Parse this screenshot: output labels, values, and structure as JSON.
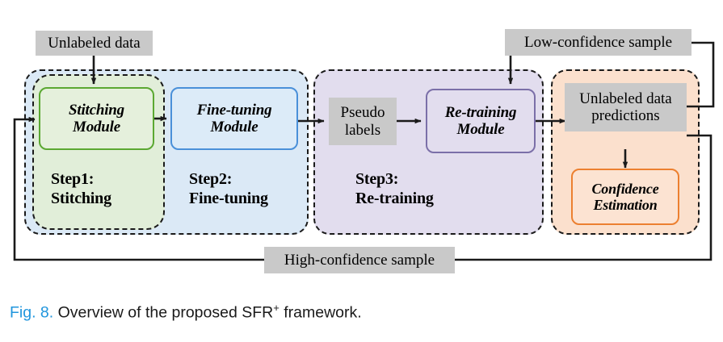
{
  "figure": {
    "caption_label": "Fig. 8.",
    "caption_text": "Overview of the proposed SFR",
    "caption_sup": "+",
    "caption_tail": " framework."
  },
  "panels": [
    {
      "id": "step1",
      "step_title": "Step1:",
      "step_subtitle": "Stitching",
      "fill": "#e1eed9",
      "border": "#1a1a1a"
    },
    {
      "id": "step2",
      "step_title": "Step2:",
      "step_subtitle": "Fine-tuning",
      "fill": "#dbe9f6",
      "border": "#1a1a1a"
    },
    {
      "id": "step3",
      "step_title": "Step3:",
      "step_subtitle": "Re-training",
      "fill": "#e2ddee",
      "border": "#1a1a1a"
    },
    {
      "id": "confidence",
      "step_title": "",
      "step_subtitle": "",
      "fill": "#fbe0cd",
      "border": "#1a1a1a"
    }
  ],
  "modules": [
    {
      "id": "stitching",
      "line1": "Stitching",
      "line2": "Module",
      "fill": "#e5f0dc",
      "border": "#5ba832"
    },
    {
      "id": "finetuning",
      "line1": "Fine-tuning",
      "line2": "Module",
      "fill": "#dcebf8",
      "border": "#4a90d9"
    },
    {
      "id": "retraining",
      "line1": "Re-training",
      "line2": "Module",
      "fill": "#e2ddee",
      "border": "#7b6fa8"
    },
    {
      "id": "confidence",
      "line1": "Confidence",
      "line2": "Estimation",
      "fill": "#fce3d2",
      "border": "#ec8030"
    }
  ],
  "chips": [
    {
      "id": "unlabeled-data",
      "line1": "Unlabeled data",
      "line2": ""
    },
    {
      "id": "pseudo-labels",
      "line1": "Pseudo",
      "line2": "labels"
    },
    {
      "id": "unlabeled-pred",
      "line1": "Unlabeled data",
      "line2": "predictions"
    },
    {
      "id": "low-confidence",
      "line1": "Low-confidence sample",
      "line2": ""
    },
    {
      "id": "high-confidence",
      "line1": "High-confidence sample",
      "line2": ""
    }
  ],
  "colors": {
    "accent_blue": "#2196dd",
    "panel_green": "#e1eed9",
    "panel_blue": "#dbe9f6",
    "panel_purple": "#e2ddee",
    "panel_orange": "#fbe0cd",
    "chip_gray": "#c9c9c9",
    "wire": "#1a1a1a"
  }
}
